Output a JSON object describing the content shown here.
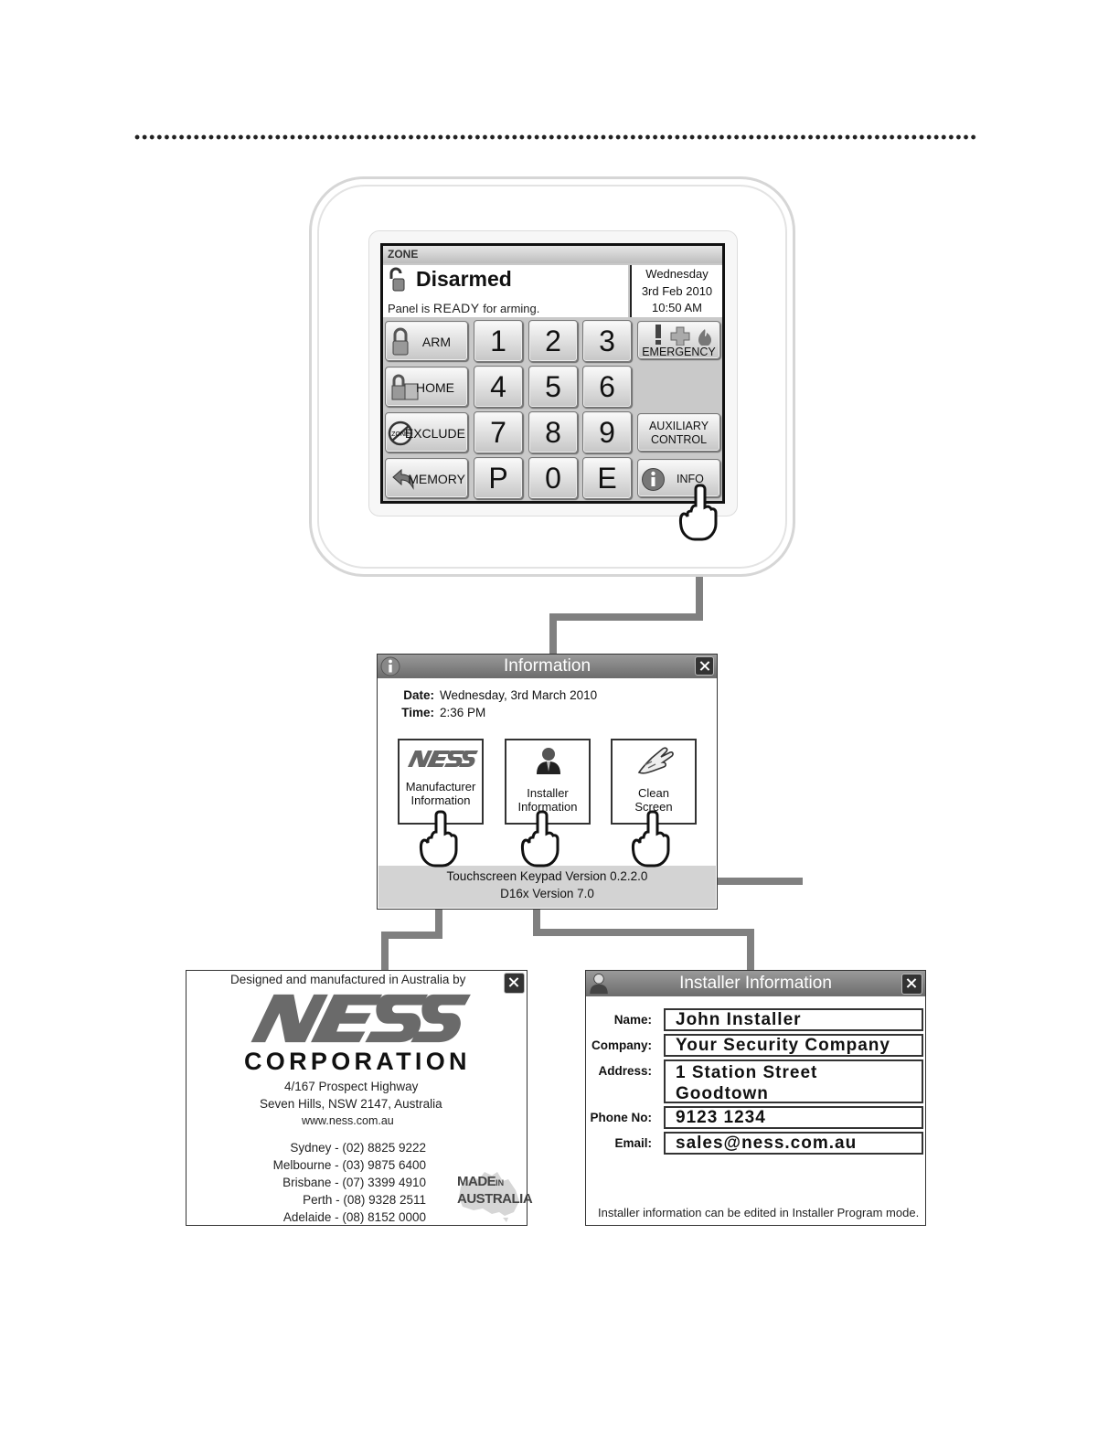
{
  "keypad": {
    "zone_label": "ZONE",
    "status": "Disarmed",
    "panel_msg_prefix": "Panel is",
    "panel_msg_state": "READY",
    "panel_msg_suffix": "for arming.",
    "date_day": "Wednesday",
    "date_date": "3rd Feb 2010",
    "date_time": "10:50 AM",
    "func_keys": [
      "ARM",
      "HOME",
      "EXCLUDE",
      "MEMORY"
    ],
    "exclude_icon_text": "ZONE",
    "num_keys": [
      "1",
      "2",
      "3",
      "4",
      "5",
      "6",
      "7",
      "8",
      "9",
      "P",
      "0",
      "E"
    ],
    "emergency_label": "EMERGENCY",
    "aux_line1": "AUXILIARY",
    "aux_line2": "CONTROL",
    "info_label": "INFO"
  },
  "info_window": {
    "title": "Information",
    "date_label": "Date:",
    "date_value": "Wednesday, 3rd March 2010",
    "time_label": "Time:",
    "time_value": "2:36 PM",
    "buttons": [
      {
        "line1": "Manufacturer",
        "line2": "Information",
        "icon": "ness-logo-icon"
      },
      {
        "line1": "Installer",
        "line2": "Information",
        "icon": "installer-person-icon"
      },
      {
        "line1": "Clean",
        "line2": "Screen",
        "icon": "cleaning-hand-icon"
      }
    ],
    "version1": "Touchscreen Keypad Version 0.2.2.0",
    "version2": "D16x Version 7.0"
  },
  "manufacturer": {
    "header": "Designed and manufactured in Australia by",
    "logo_text": "NESS",
    "corporation": "CORPORATION",
    "address1": "4/167 Prospect Highway",
    "address2": "Seven Hills, NSW 2147, Australia",
    "website": "www.ness.com.au",
    "phones": [
      "Sydney - (02) 8825 9222",
      "Melbourne - (03) 9875 6400",
      "Brisbane - (07) 3399 4910",
      "Perth - (08) 9328 2511",
      "Adelaide - (08) 8152 0000"
    ],
    "badge_line1": "MADE",
    "badge_in": "IN",
    "badge_line2": "AUSTRALIA"
  },
  "installer": {
    "title": "Installer Information",
    "name_label": "Name:",
    "name_value": "John Installer",
    "company_label": "Company:",
    "company_value": "Your Security Company",
    "address_label": "Address:",
    "address_line1": "1 Station Street",
    "address_line2": "Goodtown",
    "phone_label": "Phone No:",
    "phone_value": "9123 1234",
    "email_label": "Email:",
    "email_value": "sales@ness.com.au",
    "note": "Installer information can be edited in Installer Program mode."
  }
}
